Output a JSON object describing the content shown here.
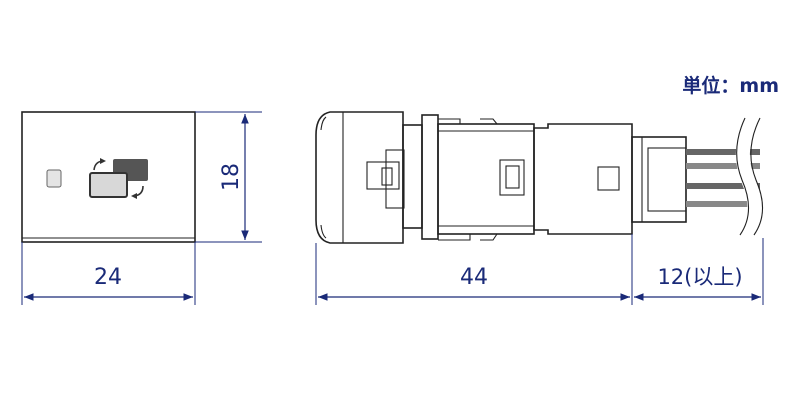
{
  "unit_label": "単位：mm",
  "dimensions": {
    "front_width": "24",
    "front_height": "18",
    "body_length": "44",
    "wire_length": "12(以上)"
  },
  "colors": {
    "dimension": "#1a2a78",
    "outline": "#222222",
    "switch_dark": "#555555",
    "switch_light": "#d8d8d8"
  }
}
